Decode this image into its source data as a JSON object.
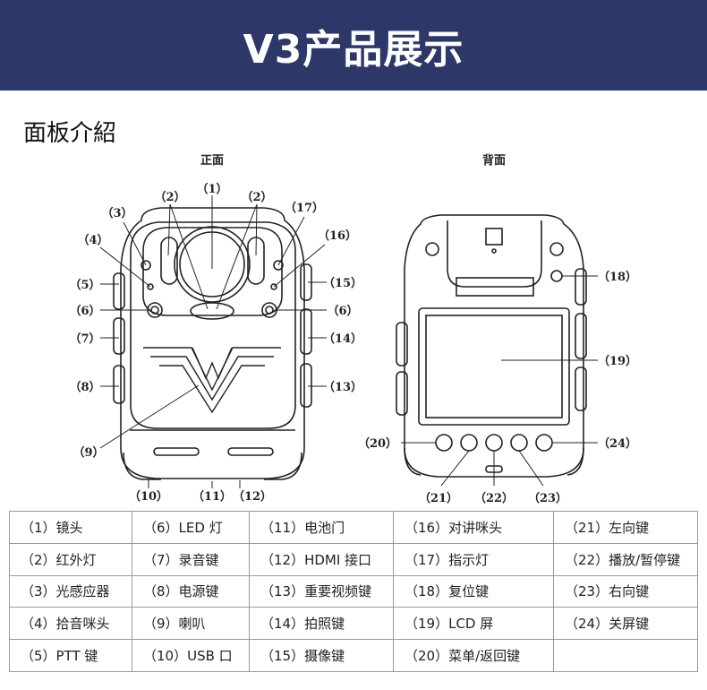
{
  "header": {
    "title": "V3产品展示",
    "bg_color": "#2d3768"
  },
  "section": {
    "title": "面板介紹"
  },
  "diagram": {
    "front_label": "正面",
    "back_label": "背面",
    "callouts": {
      "c1": "（1）",
      "c2a": "（2）",
      "c2b": "（2）",
      "c3": "（3）",
      "c4": "（4）",
      "c5": "（5）",
      "c6a": "（6）",
      "c6b": "（6）",
      "c7": "（7）",
      "c8": "（8）",
      "c9": "（9）",
      "c10": "（10）",
      "c11": "（11）",
      "c12": "（12）",
      "c13": "（13）",
      "c14": "（14）",
      "c15": "（15）",
      "c16": "（16）",
      "c17": "（17）",
      "c18": "（18）",
      "c19": "（19）",
      "c20": "（20）",
      "c21": "（21）",
      "c22": "（22）",
      "c23": "（23）",
      "c24": "（24）"
    }
  },
  "legend": {
    "rows": [
      [
        "（1）镜头",
        "（6）LED 灯",
        "（11）电池门",
        "（16）对讲咪头",
        "（21）左向键"
      ],
      [
        "（2）红外灯",
        "（7）录音键",
        "（12）HDMI 接口",
        "（17）指示灯",
        "（22）播放/暂停键"
      ],
      [
        "（3）光感应器",
        "（8）电源键",
        "（13）重要视频键",
        "（18）复位键",
        "（23）右向键"
      ],
      [
        "（4）拾音咪头",
        "（9）喇叭",
        "（14）拍照键",
        "（19）LCD 屏",
        "（24）关屏键"
      ],
      [
        "（5）PTT 键",
        "（10）USB 口",
        "（15）摄像键",
        "（20）菜单/返回键",
        ""
      ]
    ]
  }
}
